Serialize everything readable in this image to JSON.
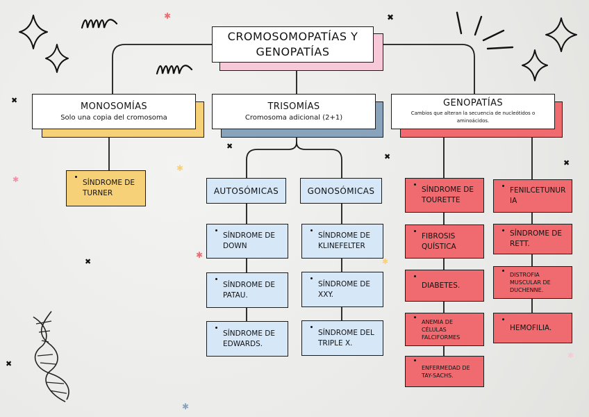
{
  "title": {
    "line1": "CROMOSOMOPATÍAS Y",
    "line2": "GENOPATÍAS"
  },
  "categories": [
    {
      "title": "MONOSOMÍAS",
      "subtitle": "Solo una copia del cromosoma"
    },
    {
      "title": "TRISOMÍAS",
      "subtitle": "Cromosoma adicional (2+1)"
    },
    {
      "title": "GENOPATÍAS",
      "subtitle": "Cambios que alteran la secuencia de nucleótidos o aminoácidos."
    }
  ],
  "monosomias_items": [
    "SÍNDROME DE TURNER"
  ],
  "trisomias_groups": [
    {
      "title": "AUTOSÓMICAS",
      "items": [
        "SÍNDROME DE DOWN",
        "SÍNDROME DE PATAU.",
        "SÍNDROME DE EDWARDS."
      ]
    },
    {
      "title": "GONOSÓMICAS",
      "items": [
        "SÍNDROME DE KLINEFELTER",
        "SÍNDROME DE XXY.",
        "SÍNDROME DEL TRIPLE X."
      ]
    }
  ],
  "genopatias_col1": [
    "SÍNDROME DE TOURETTE",
    "FIBROSIS QUÍSTICA",
    "DIABETES.",
    "ANEMIA DE CÉLULAS FALCIFORMES",
    "ENFERMEDAD DE TAY-SACHS."
  ],
  "genopatias_col2": [
    "FENILCETUNURIA",
    "SÍNDROME DE RETT.",
    "DISTROFIA MUSCULAR DE DUCHENNE.",
    "HEMOFILIA."
  ],
  "colors": {
    "pink_shadow": "#f7c9d8",
    "yellow": "#f6d178",
    "slate_blue": "#8aa3bd",
    "light_blue": "#d6e7f8",
    "red": "#ef6b6f"
  }
}
